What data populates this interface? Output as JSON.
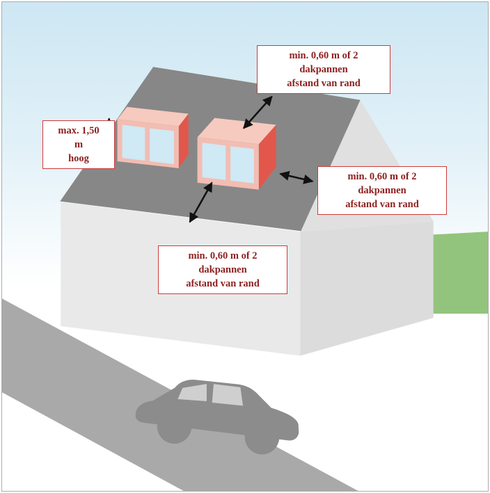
{
  "labels": {
    "roof_top_edge": {
      "text": "min. 0,60 m of 2\ndakpannen\nafstand van rand"
    },
    "dormer_height": {
      "text": "max. 1,50\nm\nhoog"
    },
    "roof_side_edge": {
      "text": "min. 0,60 m of 2\ndakpannen\nafstand van rand"
    },
    "roof_bottom_edge": {
      "text": "min. 0,60 m of 2\ndakpannen\nafstand van rand"
    }
  },
  "colors": {
    "label_border": "#cf3a3a",
    "label_text": "#8e1f1f",
    "sky_top": "#cde7f3",
    "roof": "#878787",
    "wall_front": "#e9e9e9",
    "wall_side": "#dcdcdc",
    "gable": "#e0e0e0",
    "dormer_top": "#f6cabe",
    "dormer_side": "#e2574b",
    "dormer_frame": "#f2bdb2",
    "window_pane": "#cfe9f5",
    "grass": "#93c47d",
    "road": "#a9a9a9",
    "car": "#8c8c8c",
    "car_window": "#cfcfcf",
    "arrow": "#111111"
  }
}
